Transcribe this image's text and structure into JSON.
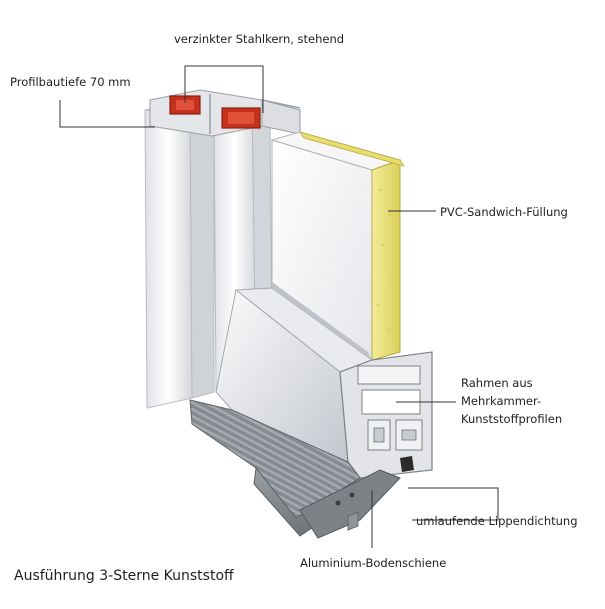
{
  "labels": {
    "steel_core": "verzinkter Stahlkern, stehend",
    "profile_depth": "Profilbautiefe 70 mm",
    "panel_fill": "PVC-Sandwich-Füllung",
    "frame": "Rahmen aus\nMehrkammer-\nKunststoffprofilen",
    "lip_seal": "umlaufende Lippendichtung",
    "bottom_rail": "Aluminium-Bodenschiene"
  },
  "caption": "Ausführung 3-Sterne Kunststoff",
  "colors": {
    "pvc_white": "#f2f3f5",
    "pvc_shade": "#c9ccd2",
    "steel_red": "#c8301e",
    "foam_yellow": "#ece27a",
    "aluminium_grey": "#8d9296",
    "leader_line": "#333333"
  }
}
